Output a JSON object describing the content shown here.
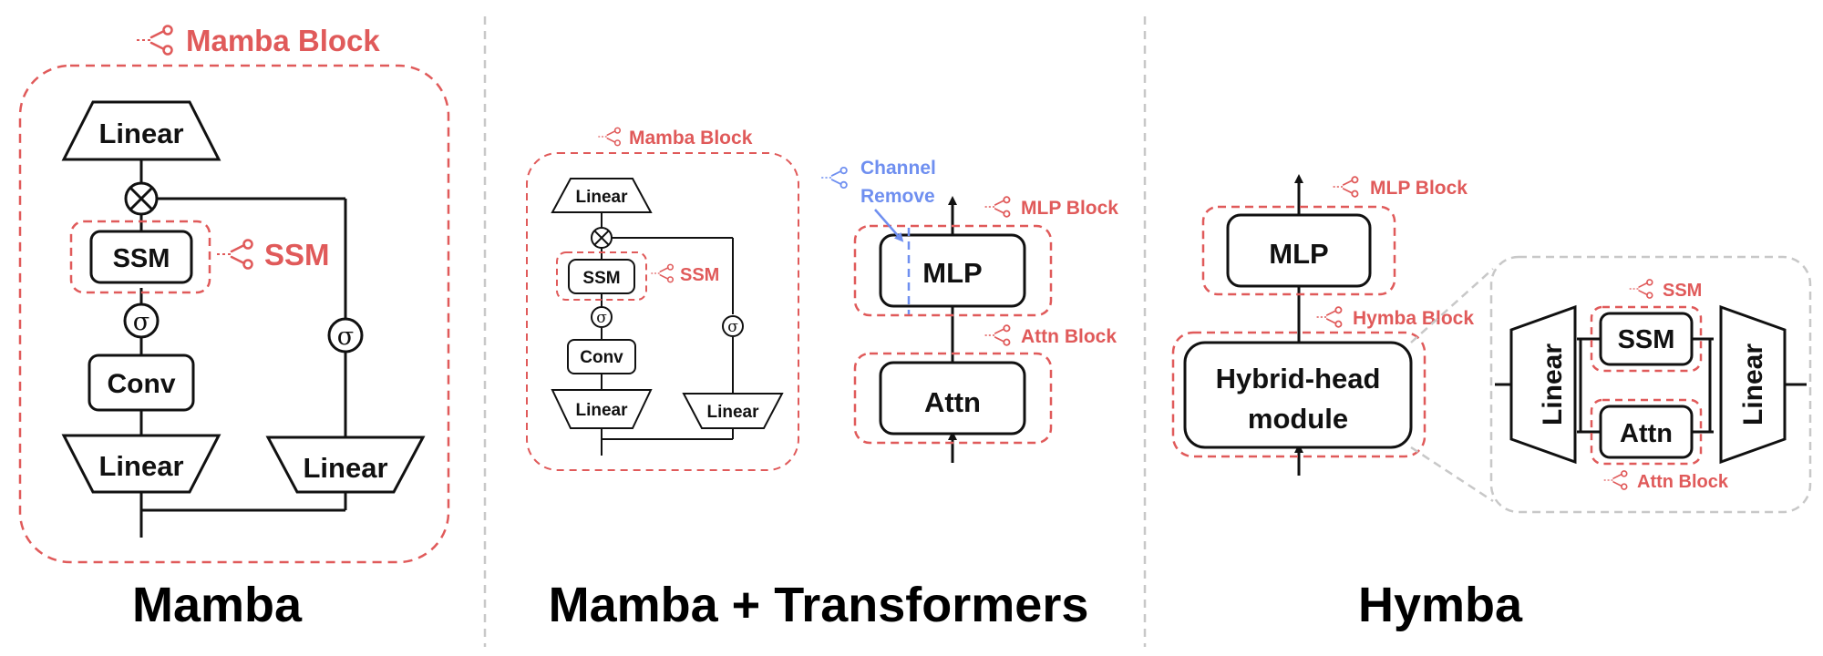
{
  "colors": {
    "prune_red": "#e05a5a",
    "channel_blue": "#6f8ff0",
    "ink": "#111111",
    "divider": "#c8c8c8",
    "zoom_box": "#c8c8c8"
  },
  "icons": {
    "prune": "scissors-icon",
    "multiply": "circled-times-icon",
    "sigma": "circled-sigma-icon"
  },
  "mamba": {
    "prune_label": "Mamba Block",
    "linear_top": "Linear",
    "ssm": "SSM",
    "ssm_prune_label": "SSM",
    "sigma": "σ",
    "conv": "Conv",
    "linear_bottom_left": "Linear",
    "linear_bottom_right": "Linear",
    "caption": "Mamba"
  },
  "mamba_transformers": {
    "mamba_prune_label": "Mamba Block",
    "linear_top": "Linear",
    "ssm": "SSM",
    "ssm_prune_label": "SSM",
    "sigma": "σ",
    "conv": "Conv",
    "linear_bottom_left": "Linear",
    "linear_bottom_right": "Linear",
    "channel_line1": "Channel",
    "channel_line2": "Remove",
    "mlp_prune_label": "MLP Block",
    "mlp": "MLP",
    "attn_prune_label": "Attn Block",
    "attn": "Attn",
    "caption": "Mamba + Transformers"
  },
  "hymba": {
    "mlp_prune_label": "MLP Block",
    "mlp": "MLP",
    "hymba_prune_label": "Hymba Block",
    "hybrid_line1": "Hybrid-head",
    "hybrid_line2": "module",
    "ssm_prune_label": "SSM",
    "ssm": "SSM",
    "attn": "Attn",
    "attn_prune_label": "Attn Block",
    "linear_left": "Linear",
    "linear_right": "Linear",
    "caption": "Hymba"
  }
}
